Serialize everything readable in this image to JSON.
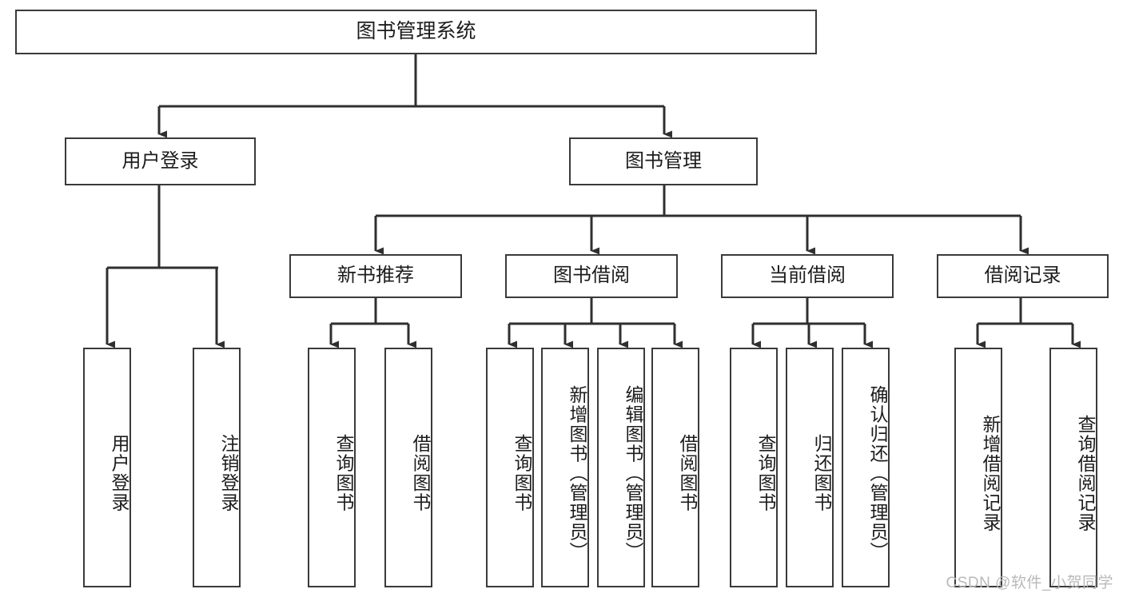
{
  "diagram": {
    "title": "图书管理系统",
    "type": "hierarchy-tree",
    "background": "#ffffff",
    "box_border_color": "#3a3a3a",
    "connector_color": "#2f2f2f",
    "text_color": "#1c1c1c"
  },
  "root": {
    "label": "图书管理系统"
  },
  "level1": [
    {
      "label": "用户登录"
    },
    {
      "label": "图书管理"
    }
  ],
  "level2": [
    {
      "label": "新书推荐"
    },
    {
      "label": "图书借阅"
    },
    {
      "label": "当前借阅"
    },
    {
      "label": "借阅记录"
    }
  ],
  "leaves": {
    "user_login": [
      {
        "label": "用户登录"
      },
      {
        "label": "注销登录"
      }
    ],
    "new_book_recommend": [
      {
        "label": "查询图书"
      },
      {
        "label": "借阅图书"
      }
    ],
    "book_borrow": [
      {
        "label": "查询图书"
      },
      {
        "label": "新增图书（管理员）"
      },
      {
        "label": "编辑图书（管理员）"
      },
      {
        "label": "借阅图书"
      }
    ],
    "current_borrow": [
      {
        "label": "查询图书"
      },
      {
        "label": "归还图书"
      },
      {
        "label": "确认归还（管理员）"
      }
    ],
    "borrow_record": [
      {
        "label": "新增借阅记录"
      },
      {
        "label": "查询借阅记录"
      }
    ]
  },
  "watermark": {
    "text": "CSDN @软件_小贺同学"
  }
}
